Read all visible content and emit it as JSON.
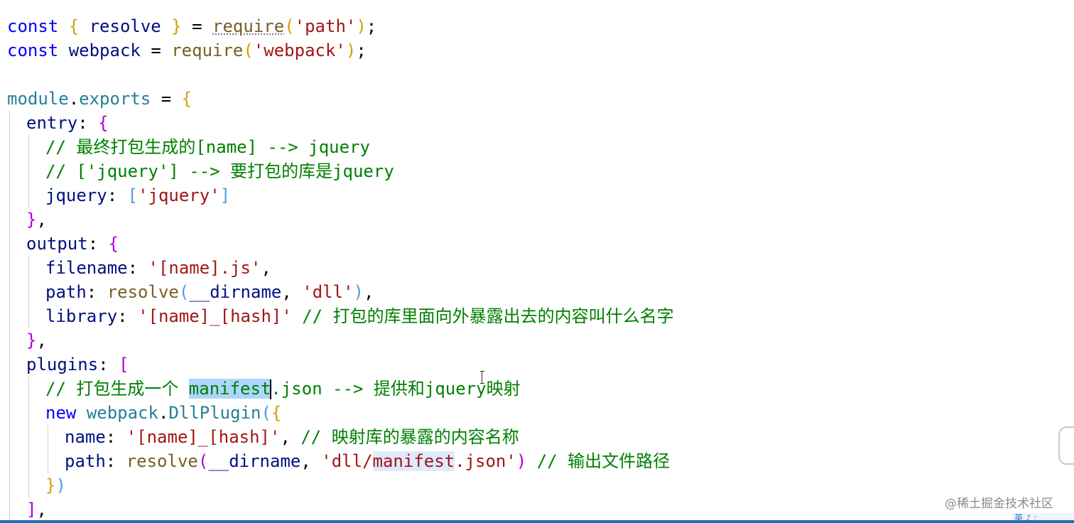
{
  "editor": {
    "l1": {
      "a": "const",
      "b": "{",
      "c": "resolve",
      "d": "}",
      "e": "=",
      "f": "require",
      "g": "(",
      "h": "'path'",
      "i": ")",
      "j": ";"
    },
    "l2": {
      "a": "const",
      "b": "webpack",
      "c": "=",
      "d": "require",
      "e": "(",
      "f": "'webpack'",
      "g": ")",
      "h": ";"
    },
    "l4": {
      "a": "module",
      "b": ".",
      "c": "exports",
      "d": "=",
      "e": "{"
    },
    "l5": {
      "a": "entry",
      "b": ":",
      "c": "{"
    },
    "l6": {
      "a": "// 最终打包生成的[name] --> jquery"
    },
    "l7": {
      "a": "// ['jquery'] --> 要打包的库是jquery"
    },
    "l8": {
      "a": "jquery",
      "b": ":",
      "c": "[",
      "d": "'jquery'",
      "e": "]"
    },
    "l9": {
      "a": "}",
      "b": ","
    },
    "l10": {
      "a": "output",
      "b": ":",
      "c": "{"
    },
    "l11": {
      "a": "filename",
      "b": ":",
      "c": "'[name].js'",
      "d": ","
    },
    "l12": {
      "a": "path",
      "b": ":",
      "c": "resolve",
      "d": "(",
      "e": "__dirname",
      "f": ",",
      "g": "'dll'",
      "h": ")",
      "i": ","
    },
    "l13": {
      "a": "library",
      "b": ":",
      "c": "'[name]_[hash]'",
      "d": "// 打包的库里面向外暴露出去的内容叫什么名字"
    },
    "l14": {
      "a": "}",
      "b": ","
    },
    "l15": {
      "a": "plugins",
      "b": ":",
      "c": "["
    },
    "l16": {
      "a": "// 打包生成一个 ",
      "b": "manifest",
      "c": ".json --> 提供和jquery映射"
    },
    "l17": {
      "a": "new",
      "b": "webpack",
      "c": ".",
      "d": "DllPlugin",
      "e": "(",
      "f": "{"
    },
    "l18": {
      "a": "name",
      "b": ":",
      "c": "'[name]_[hash]'",
      "d": ",",
      "e": "// 映射库的暴露的内容名称"
    },
    "l19": {
      "a": "path",
      "b": ":",
      "c": "resolve",
      "d": "(",
      "e": "__dirname",
      "f": ",",
      "g": "'dll/",
      "h": "manifest",
      "i": ".json'",
      "j": ")",
      "k": "// 输出文件路径"
    },
    "l20": {
      "a": "}",
      "b": ")"
    },
    "l21": {
      "a": "]",
      "b": ","
    }
  },
  "watermark": "@稀土掘金技术社区",
  "ime": "英 ♪ :"
}
